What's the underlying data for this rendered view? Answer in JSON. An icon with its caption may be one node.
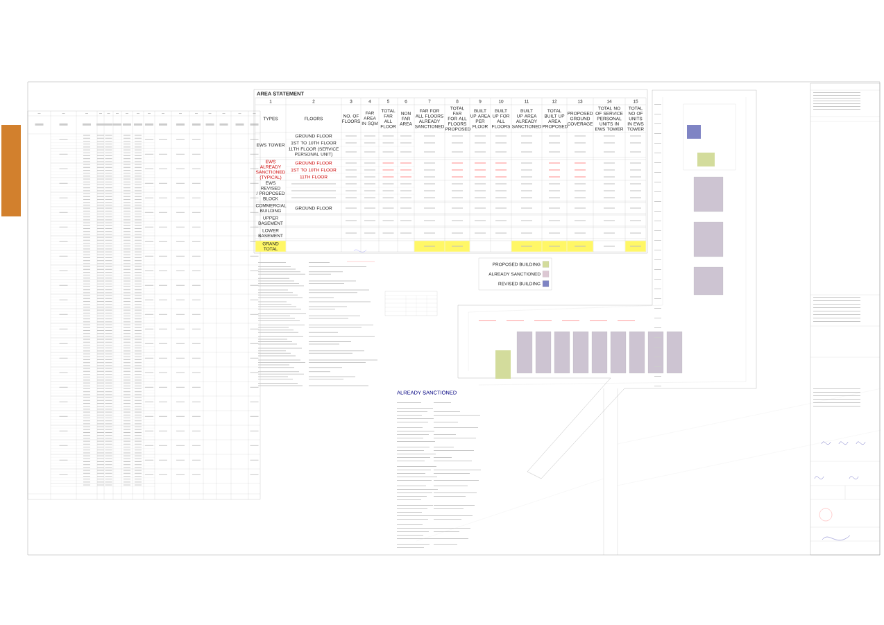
{
  "diagram": {
    "labels": [
      "AREA STATEMENT",
      "1",
      "2",
      "3",
      "4",
      "5",
      "6",
      "7",
      "8",
      "9",
      "10",
      "11",
      "12",
      "13",
      "14",
      "15",
      "TYPES",
      "FLOORS",
      "NO. OF FLOORS",
      "FAR AREA IN SQM",
      "TOTAL FAR ALL FLOOR",
      "NON FAR AREA",
      "FAR FOR ALL FLOORS ALREADY SANCTIONED",
      "TOTAL FAR FOR ALL FLOORS PROPOSED",
      "BUILT UP AREA PER FLOOR",
      "BUILT UP FOR ALL FLOORS",
      "BUILT UP AREA ALREADY SANCTIONED",
      "TOTAL BUILT UP AREA PROPOSED",
      "PROPOSED GROUND COVERAGE",
      "TOTAL NO OF SERVICE PERSONAL UNITS IN EWS TOWER",
      "TOTAL NO OF UNITS IN EWS TOWER",
      "EWS TOWER",
      "GROUND FLOOR",
      "1ST TO 10TH FLOOR",
      "11TH FLOOR (SERVICE PERSONAL UNIT)",
      "EWS ALREADY SANCTIONED (TYPICAL)",
      "GROUND FLOOR",
      "1ST TO 10TH FLOOR",
      "11TH FLOOR",
      "EWS REVISED / PROPOSED BLOCK",
      "COMMERCIAL BUILDING",
      "GROUND FLOOR",
      "UPPER BASEMENT",
      "LOWER BASEMENT",
      "GRAND TOTAL",
      "ALREADY SANCTIONED"
    ],
    "legend": [
      {
        "text": "PROPOSED BUILDING",
        "color": "#d3dc9c"
      },
      {
        "text": "ALREADY SANCTIONED",
        "color": "#dcc8d3"
      },
      {
        "text": "REVISED BUILDING",
        "color": "#7f84c4"
      }
    ]
  }
}
